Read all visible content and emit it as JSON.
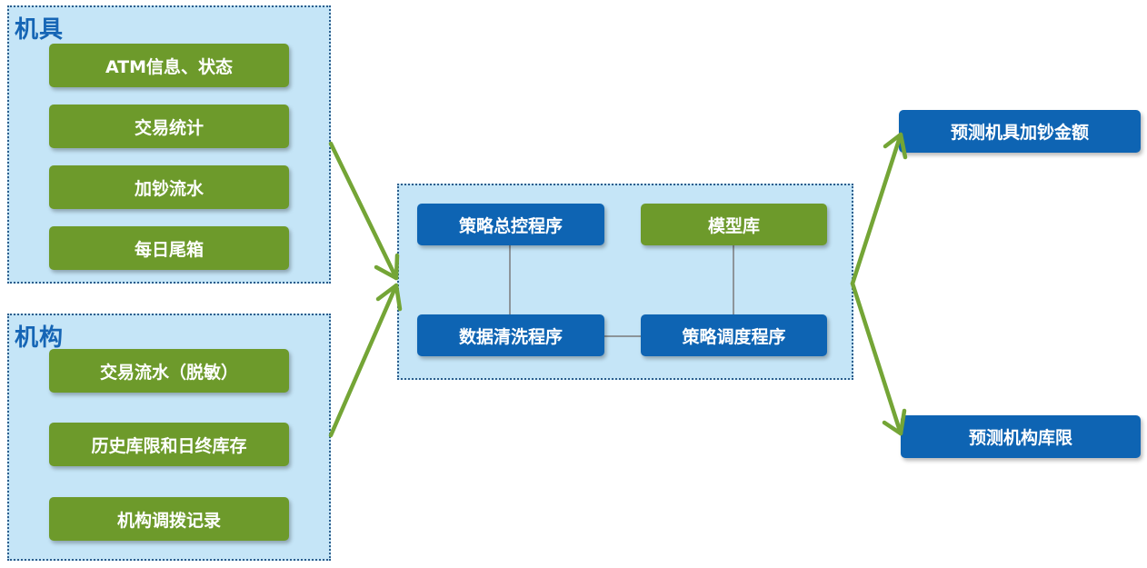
{
  "colors": {
    "panel_bg": "#c5e5f7",
    "panel_border": "#2b5d8c",
    "green_box": "#6d9a2b",
    "blue_box": "#0e64b3",
    "arrow": "#74a536",
    "title_blue": "#1565b5"
  },
  "jiju": {
    "title": "机具",
    "items": [
      "ATM信息、状态",
      "交易统计",
      "加钞流水",
      "每日尾箱"
    ]
  },
  "jigou": {
    "title": "机构",
    "items": [
      "交易流水（脱敏）",
      "历史库限和日终库存",
      "机构调拨记录"
    ]
  },
  "center": {
    "strategy_master": "策略总控程序",
    "model_lib": "模型库",
    "data_cleaning": "数据清洗程序",
    "strategy_dispatch": "策略调度程序"
  },
  "outputs": {
    "predict_atm": "预测机具加钞金额",
    "predict_branch": "预测机构库限"
  }
}
